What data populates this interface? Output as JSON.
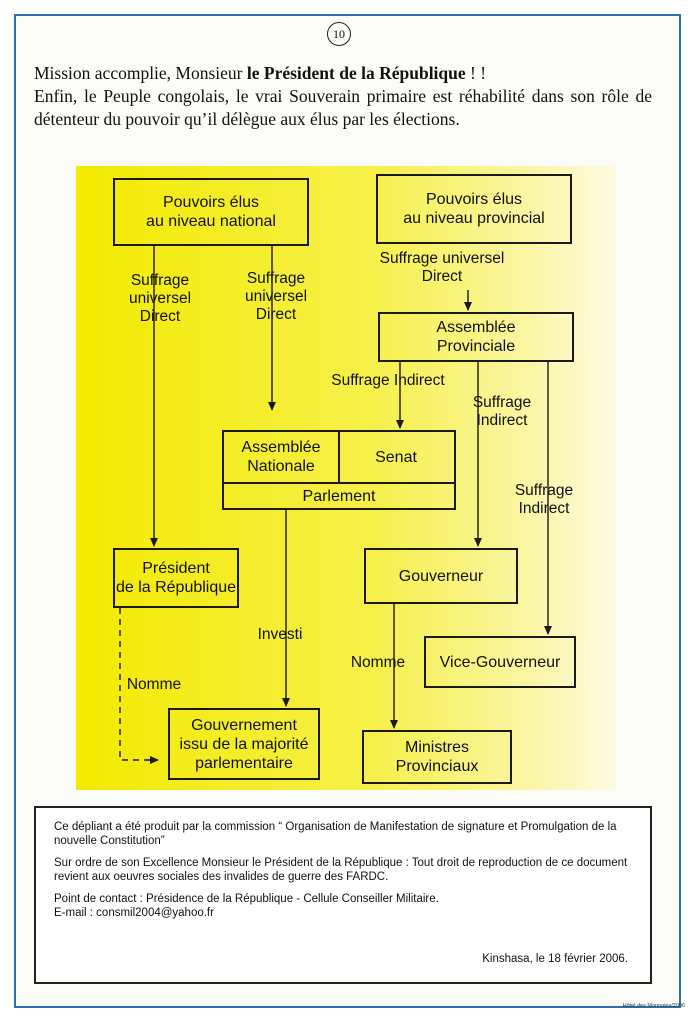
{
  "page": {
    "number": "10",
    "credit": "Hôtel des Monnaies/2006"
  },
  "intro": {
    "line1_prefix": "Mission accomplie, Monsieur ",
    "line1_bold": "le Président de la République",
    "line1_suffix": " ! !",
    "paragraph2": "Enfin, le Peuple congolais, le vrai Souverain primaire est réhabilité dans son rôle de détenteur du pouvoir qu’il délègue aux élus par les élections."
  },
  "diagram": {
    "pouvoirs_national": [
      "Pouvoirs élus",
      "au niveau national"
    ],
    "pouvoirs_provincial": [
      "Pouvoirs élus",
      "au niveau provincial"
    ],
    "suffrage_direct_left": [
      "Suffrage",
      "universel",
      "Direct"
    ],
    "suffrage_direct_mid": [
      "Suffrage",
      "universel",
      "Direct"
    ],
    "suffrage_direct_prov": [
      "Suffrage universel",
      "Direct"
    ],
    "assemblee_provinciale": [
      "Assemblée",
      "Provinciale"
    ],
    "suffrage_indirect_1": "Suffrage Indirect",
    "suffrage_indirect_2": [
      "Suffrage",
      "Indirect"
    ],
    "suffrage_indirect_3": [
      "Suffrage",
      "Indirect"
    ],
    "assemblee_nationale": [
      "Assemblée",
      "Nationale"
    ],
    "senat": "Senat",
    "parlement": "Parlement",
    "president": [
      "Président",
      "de la République"
    ],
    "gouverneur": "Gouverneur",
    "investi": "Investi",
    "nomme_left": "Nomme",
    "nomme_right": "Nomme",
    "vice_gouverneur": "Vice-Gouverneur",
    "gouvernement": [
      "Gouvernement",
      "issu de la majorité",
      "parlementaire"
    ],
    "ministres": [
      "Ministres",
      "Provinciaux"
    ]
  },
  "footer": {
    "para1": "Ce dépliant a été produit par la commission “ Organisation de Manifestation de signature et Promulgation de la nouvelle Constitution”",
    "para2": "Sur ordre de son Excellence Monsieur le Président de la République : Tout droit de reproduction de ce document revient aux oeuvres sociales des invalides de guerre des FARDC.",
    "contact": "Point de contact : Présidence de la République - Cellule Conseiller Militaire.",
    "email": "E-mail : consmil2004@yahoo.fr",
    "signature": "Kinshasa, le 18 février 2006."
  }
}
